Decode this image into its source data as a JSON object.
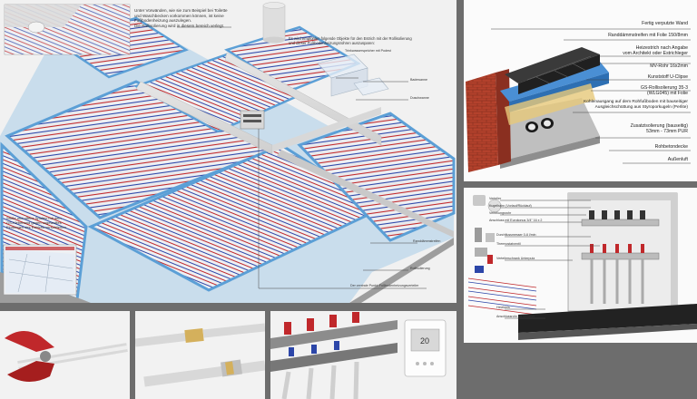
{
  "main_panel": {
    "note_top": [
      "Unter Vorwänden, wie sie zum Beispiel bei Toilette",
      "und Waschbecken vorkommen können, ist keine",
      "Fußbodenheizung auszulegen.",
      "Die Rollisolierung wird in diesem bereich verlegt."
    ],
    "note_objects": [
      "Es wird empfohlen folgende Objekte für den Estrich mit der Rollisolierung",
      "und dieser Fußbodenheizungsrohren auszusparen:"
    ],
    "note_corner": [
      "Stöße und offene Spalten mit dem",
      "GS-Klebeband gegen ungewolltes",
      "Eindringen des Estrichs verschließen."
    ],
    "labels": {
      "trinkwasser": "Trinkwasserspeicher mit Podest",
      "badewanne": "Badewanne",
      "duschwanne": "Duschwanne",
      "randdaemmstreifen": "Randdämmstreifen",
      "rollisolierung": "Rollisolierung",
      "zentraler_punkt": "Der zentrale Punkt: Fußbodenheizungsverteiler"
    }
  },
  "section_panel": {
    "labels": [
      "Fertig verputzte Wand",
      "Randdämmstreifen mit Folie 150/8mm",
      "Heizestrich nach Angabe",
      "vom Architekt oder Estrichleger",
      "MV-Rohr 16x2mm",
      "Kunststoff U-Clipse",
      "GS-Rollisolierung 35-3",
      "(WLG045) mit Folie",
      "Kohlenausgang auf dem Rohfußboden mit bauseitiger",
      "Ausgleichschüttung aus Styroporkugeln (Perlite)",
      "Zusatzisolierung (bauseitig)",
      "53mm - 73mm PUR",
      "Rohbetondecke",
      "Außenluft"
    ]
  },
  "distributor_panel": {
    "labels": [
      "Verteiler",
      "Kugelhahn (Vorlauf/Rücklauf)",
      "Verteilungsrohr",
      "Anschluss mit Eurokonus 3/4\" 16 x 2",
      "Durchflussmesser 0-6 l/min",
      "Thermostatventil",
      "Verteilerschrank Unterputz",
      "Heizkreis",
      "Anschlussrohr für Verteiler"
    ]
  },
  "colors": {
    "pipe_red": "#c0282b",
    "pipe_blue": "#2c46a8",
    "insulation_blue": "#5b9fd6",
    "background_gray": "#6d6d6d"
  }
}
